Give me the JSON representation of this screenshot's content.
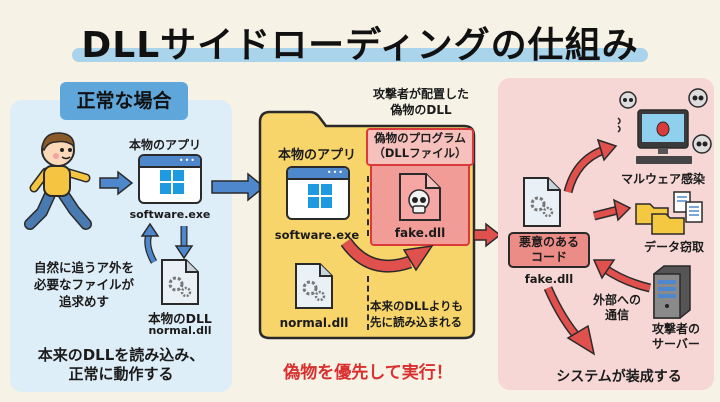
{
  "title": "DLLサイドローディングの仕組み",
  "normal_case": {
    "badge": "正常な場合",
    "app_label": "本物のアプリ",
    "exe_name": "software.exe",
    "note_lines": [
      "自然に追うア外を",
      "必要なファイルが",
      "追求めす"
    ],
    "dll_label": "本物のDLL",
    "dll_name": "normal.dll",
    "summary_lines": [
      "本来のDLLを読み込み、",
      "正常に動作する"
    ]
  },
  "attack_case": {
    "attacker_note_lines": [
      "攻撃者が配置した",
      "偽物のDLL"
    ],
    "app_label": "本物のアプリ",
    "exe_name": "software.exe",
    "fake_label_lines": [
      "偽物のプログラム",
      "（DLLファイル）"
    ],
    "fake_dll_name": "fake.dll",
    "normal_dll_name": "normal.dll",
    "priority_note_lines": [
      "本来のDLLよりも",
      "先に読み込まれる"
    ],
    "summary": "偽物を優先して実行！"
  },
  "impact": {
    "malicious_code_lines": [
      "悪意のある",
      "コード"
    ],
    "dll_name": "fake.dll",
    "malware": "マルウェア感染",
    "data_theft": "データ窃取",
    "comm_lines": [
      "外部への",
      "通信"
    ],
    "server_lines": [
      "攻撃者の",
      "サーバー"
    ],
    "system": "システムが装成する"
  },
  "colors": {
    "background": "#f6f3e6",
    "normal_panel": "#deeef8",
    "attack_folder": "#f7d56a",
    "impact_panel": "#f6d7d5",
    "accent_red": "#d93b3b",
    "arrow_blue": "#4f87cc"
  }
}
